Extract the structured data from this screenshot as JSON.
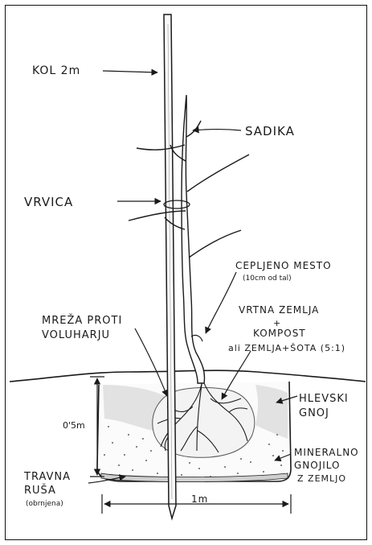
{
  "labels": {
    "kol": "KOL 2m",
    "sadika": "SADIKA",
    "vrvica": "VRVICA",
    "cepljeno_mesto": "CEPLJENO MESTO",
    "cepljeno_mesto_note": "(10cm od tal)",
    "vrtna_zemlja": "VRTNA ZEMLJA",
    "plus": "+",
    "kompost": "KOMPOST",
    "zemlja_sota": "ali ZEMLJA+ŠOTA (5:1)",
    "mreza_line1": "MREŽA PROTI",
    "mreza_line2": "VOLUHARJU",
    "hlevski_line1": "HLEVSKI",
    "hlevski_line2": "GNOJ",
    "depth": "0'5m",
    "mineralno_line1": "MINERALNO",
    "mineralno_line2": "GNOJILO",
    "mineralno_line3": "Z ZEMLJO",
    "travna_line1": "TRAVNA",
    "travna_line2": "RUŠA",
    "travna_note": "(obrnjena)",
    "width": "1m"
  },
  "colors": {
    "ink": "#1a1a1a",
    "soil_dots": "#333333",
    "shade": "#d9d9d9"
  }
}
